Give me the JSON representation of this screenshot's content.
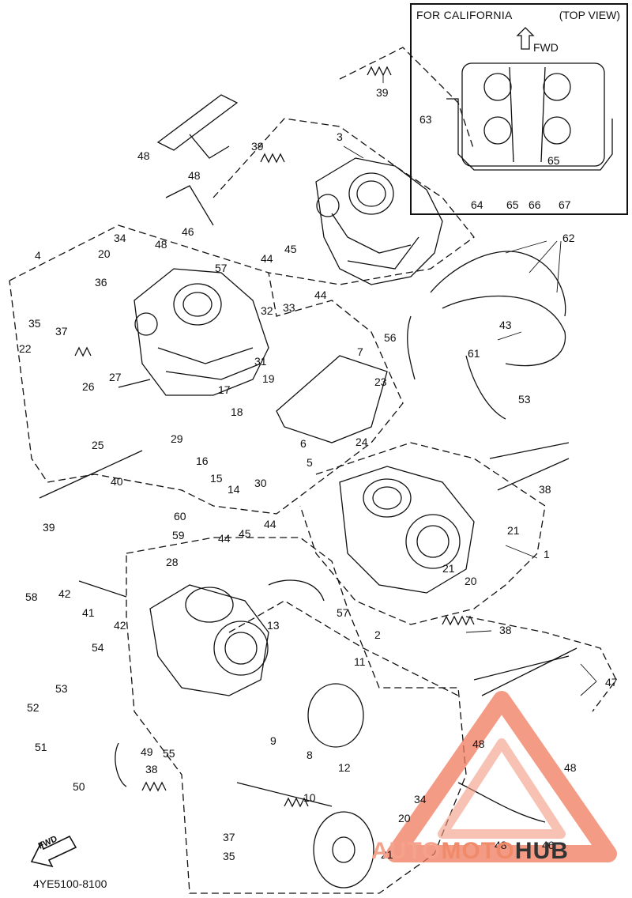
{
  "inset": {
    "title": "FOR CALIFORNIA",
    "view": "(TOP VIEW)",
    "fwd": "FWD",
    "labels": [
      {
        "id": "63",
        "text": "63"
      },
      {
        "id": "65a",
        "text": "65"
      },
      {
        "id": "64",
        "text": "64"
      },
      {
        "id": "65b",
        "text": "65"
      },
      {
        "id": "66",
        "text": "66"
      },
      {
        "id": "67",
        "text": "67"
      }
    ]
  },
  "callouts": [
    {
      "id": "c39a",
      "text": "39"
    },
    {
      "id": "c3",
      "text": "3"
    },
    {
      "id": "c48a",
      "text": "48"
    },
    {
      "id": "c39b",
      "text": "39"
    },
    {
      "id": "c48b",
      "text": "48"
    },
    {
      "id": "c46a",
      "text": "46"
    },
    {
      "id": "c48c",
      "text": "48"
    },
    {
      "id": "c62",
      "text": "62"
    },
    {
      "id": "c4",
      "text": "4"
    },
    {
      "id": "c34a",
      "text": "34"
    },
    {
      "id": "c20a",
      "text": "20"
    },
    {
      "id": "c57a",
      "text": "57"
    },
    {
      "id": "c44a",
      "text": "44"
    },
    {
      "id": "c45a",
      "text": "45"
    },
    {
      "id": "c44b",
      "text": "44"
    },
    {
      "id": "c36",
      "text": "36"
    },
    {
      "id": "c35a",
      "text": "35"
    },
    {
      "id": "c37a",
      "text": "37"
    },
    {
      "id": "c32",
      "text": "32"
    },
    {
      "id": "c33",
      "text": "33"
    },
    {
      "id": "c43",
      "text": "43"
    },
    {
      "id": "c56",
      "text": "56"
    },
    {
      "id": "c22",
      "text": "22"
    },
    {
      "id": "c26",
      "text": "26"
    },
    {
      "id": "c27",
      "text": "27"
    },
    {
      "id": "c7",
      "text": "7"
    },
    {
      "id": "c61",
      "text": "61"
    },
    {
      "id": "c31",
      "text": "31"
    },
    {
      "id": "c19",
      "text": "19"
    },
    {
      "id": "c23",
      "text": "23"
    },
    {
      "id": "c17",
      "text": "17"
    },
    {
      "id": "c18",
      "text": "18"
    },
    {
      "id": "c53a",
      "text": "53"
    },
    {
      "id": "c29",
      "text": "29"
    },
    {
      "id": "c25",
      "text": "25"
    },
    {
      "id": "c16",
      "text": "16"
    },
    {
      "id": "c6",
      "text": "6"
    },
    {
      "id": "c24",
      "text": "24"
    },
    {
      "id": "c5",
      "text": "5"
    },
    {
      "id": "c15",
      "text": "15"
    },
    {
      "id": "c14",
      "text": "14"
    },
    {
      "id": "c30",
      "text": "30"
    },
    {
      "id": "c38a",
      "text": "38"
    },
    {
      "id": "c40",
      "text": "40"
    },
    {
      "id": "c39c",
      "text": "39"
    },
    {
      "id": "c60",
      "text": "60"
    },
    {
      "id": "c59",
      "text": "59"
    },
    {
      "id": "c21a",
      "text": "21"
    },
    {
      "id": "c1",
      "text": "1"
    },
    {
      "id": "c44c",
      "text": "44"
    },
    {
      "id": "c45b",
      "text": "45"
    },
    {
      "id": "c44d",
      "text": "44"
    },
    {
      "id": "c28",
      "text": "28"
    },
    {
      "id": "c58",
      "text": "58"
    },
    {
      "id": "c42a",
      "text": "42"
    },
    {
      "id": "c41",
      "text": "41"
    },
    {
      "id": "c42b",
      "text": "42"
    },
    {
      "id": "c21b",
      "text": "21"
    },
    {
      "id": "c20b",
      "text": "20"
    },
    {
      "id": "c57b",
      "text": "57"
    },
    {
      "id": "c13",
      "text": "13"
    },
    {
      "id": "c2",
      "text": "2"
    },
    {
      "id": "c38b",
      "text": "38"
    },
    {
      "id": "c11",
      "text": "11"
    },
    {
      "id": "c54",
      "text": "54"
    },
    {
      "id": "c47",
      "text": "47"
    },
    {
      "id": "c53b",
      "text": "53"
    },
    {
      "id": "c52",
      "text": "52"
    },
    {
      "id": "c9",
      "text": "9"
    },
    {
      "id": "c51",
      "text": "51"
    },
    {
      "id": "c49",
      "text": "49"
    },
    {
      "id": "c55",
      "text": "55"
    },
    {
      "id": "c8",
      "text": "8"
    },
    {
      "id": "c12",
      "text": "12"
    },
    {
      "id": "c48d",
      "text": "48"
    },
    {
      "id": "c48e",
      "text": "48"
    },
    {
      "id": "c50",
      "text": "50"
    },
    {
      "id": "c38c",
      "text": "38"
    },
    {
      "id": "c10",
      "text": "10"
    },
    {
      "id": "c34b",
      "text": "34"
    },
    {
      "id": "c20c",
      "text": "20"
    },
    {
      "id": "c37b",
      "text": "37"
    },
    {
      "id": "c35b",
      "text": "35"
    },
    {
      "id": "c21c",
      "text": "21"
    },
    {
      "id": "c48f",
      "text": "48"
    },
    {
      "id": "c46b",
      "text": "46"
    }
  ],
  "fwd_arrow_label": "FWD",
  "diagram_code": "4YE5100-8100",
  "watermark": {
    "part1": "AUTO",
    "part2": "MOTO",
    "part3": "HUB",
    "color_light": "#f4a28c",
    "color_dark": "#333333"
  }
}
